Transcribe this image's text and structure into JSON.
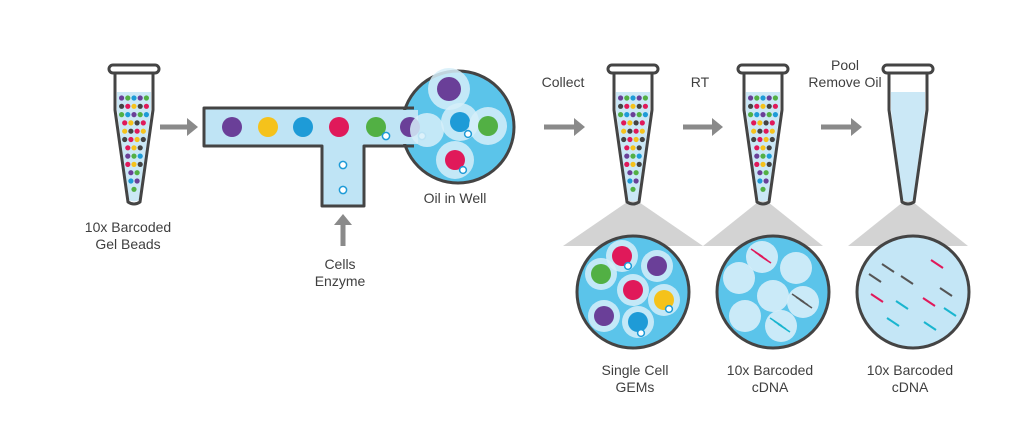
{
  "labels": {
    "gel_beads": [
      "10x Barcoded",
      "Gel Beads"
    ],
    "cells_enzyme": [
      "Cells",
      "Enzyme"
    ],
    "oil_in_well": "Oil in Well",
    "collect": "Collect",
    "rt": "RT",
    "pool_remove_oil": [
      "Pool",
      "Remove Oil"
    ],
    "single_cell_gems": [
      "Single Cell",
      "GEMs"
    ],
    "barcoded_cdna_1": [
      "10x Barcoded",
      "cDNA"
    ],
    "barcoded_cdna_2": [
      "10x Barcoded",
      "cDNA"
    ]
  },
  "colors": {
    "tube_outline": "#444444",
    "tube_fill": "#cbe8f6",
    "channel_fill": "#bfe4f5",
    "zoom_fill": "#5bc4ea",
    "droplet": "#d6eef9",
    "arrow": "#8a8a8a",
    "cone": "#d3d3d3",
    "bead_purple": "#6a3f98",
    "bead_yellow": "#f5c21b",
    "bead_blue": "#1e9bd7",
    "bead_red": "#e0195a",
    "bead_green": "#52b044",
    "strand_dark": "#555555",
    "strand_pink": "#e0195a",
    "strand_cyan": "#1ab5cf"
  }
}
